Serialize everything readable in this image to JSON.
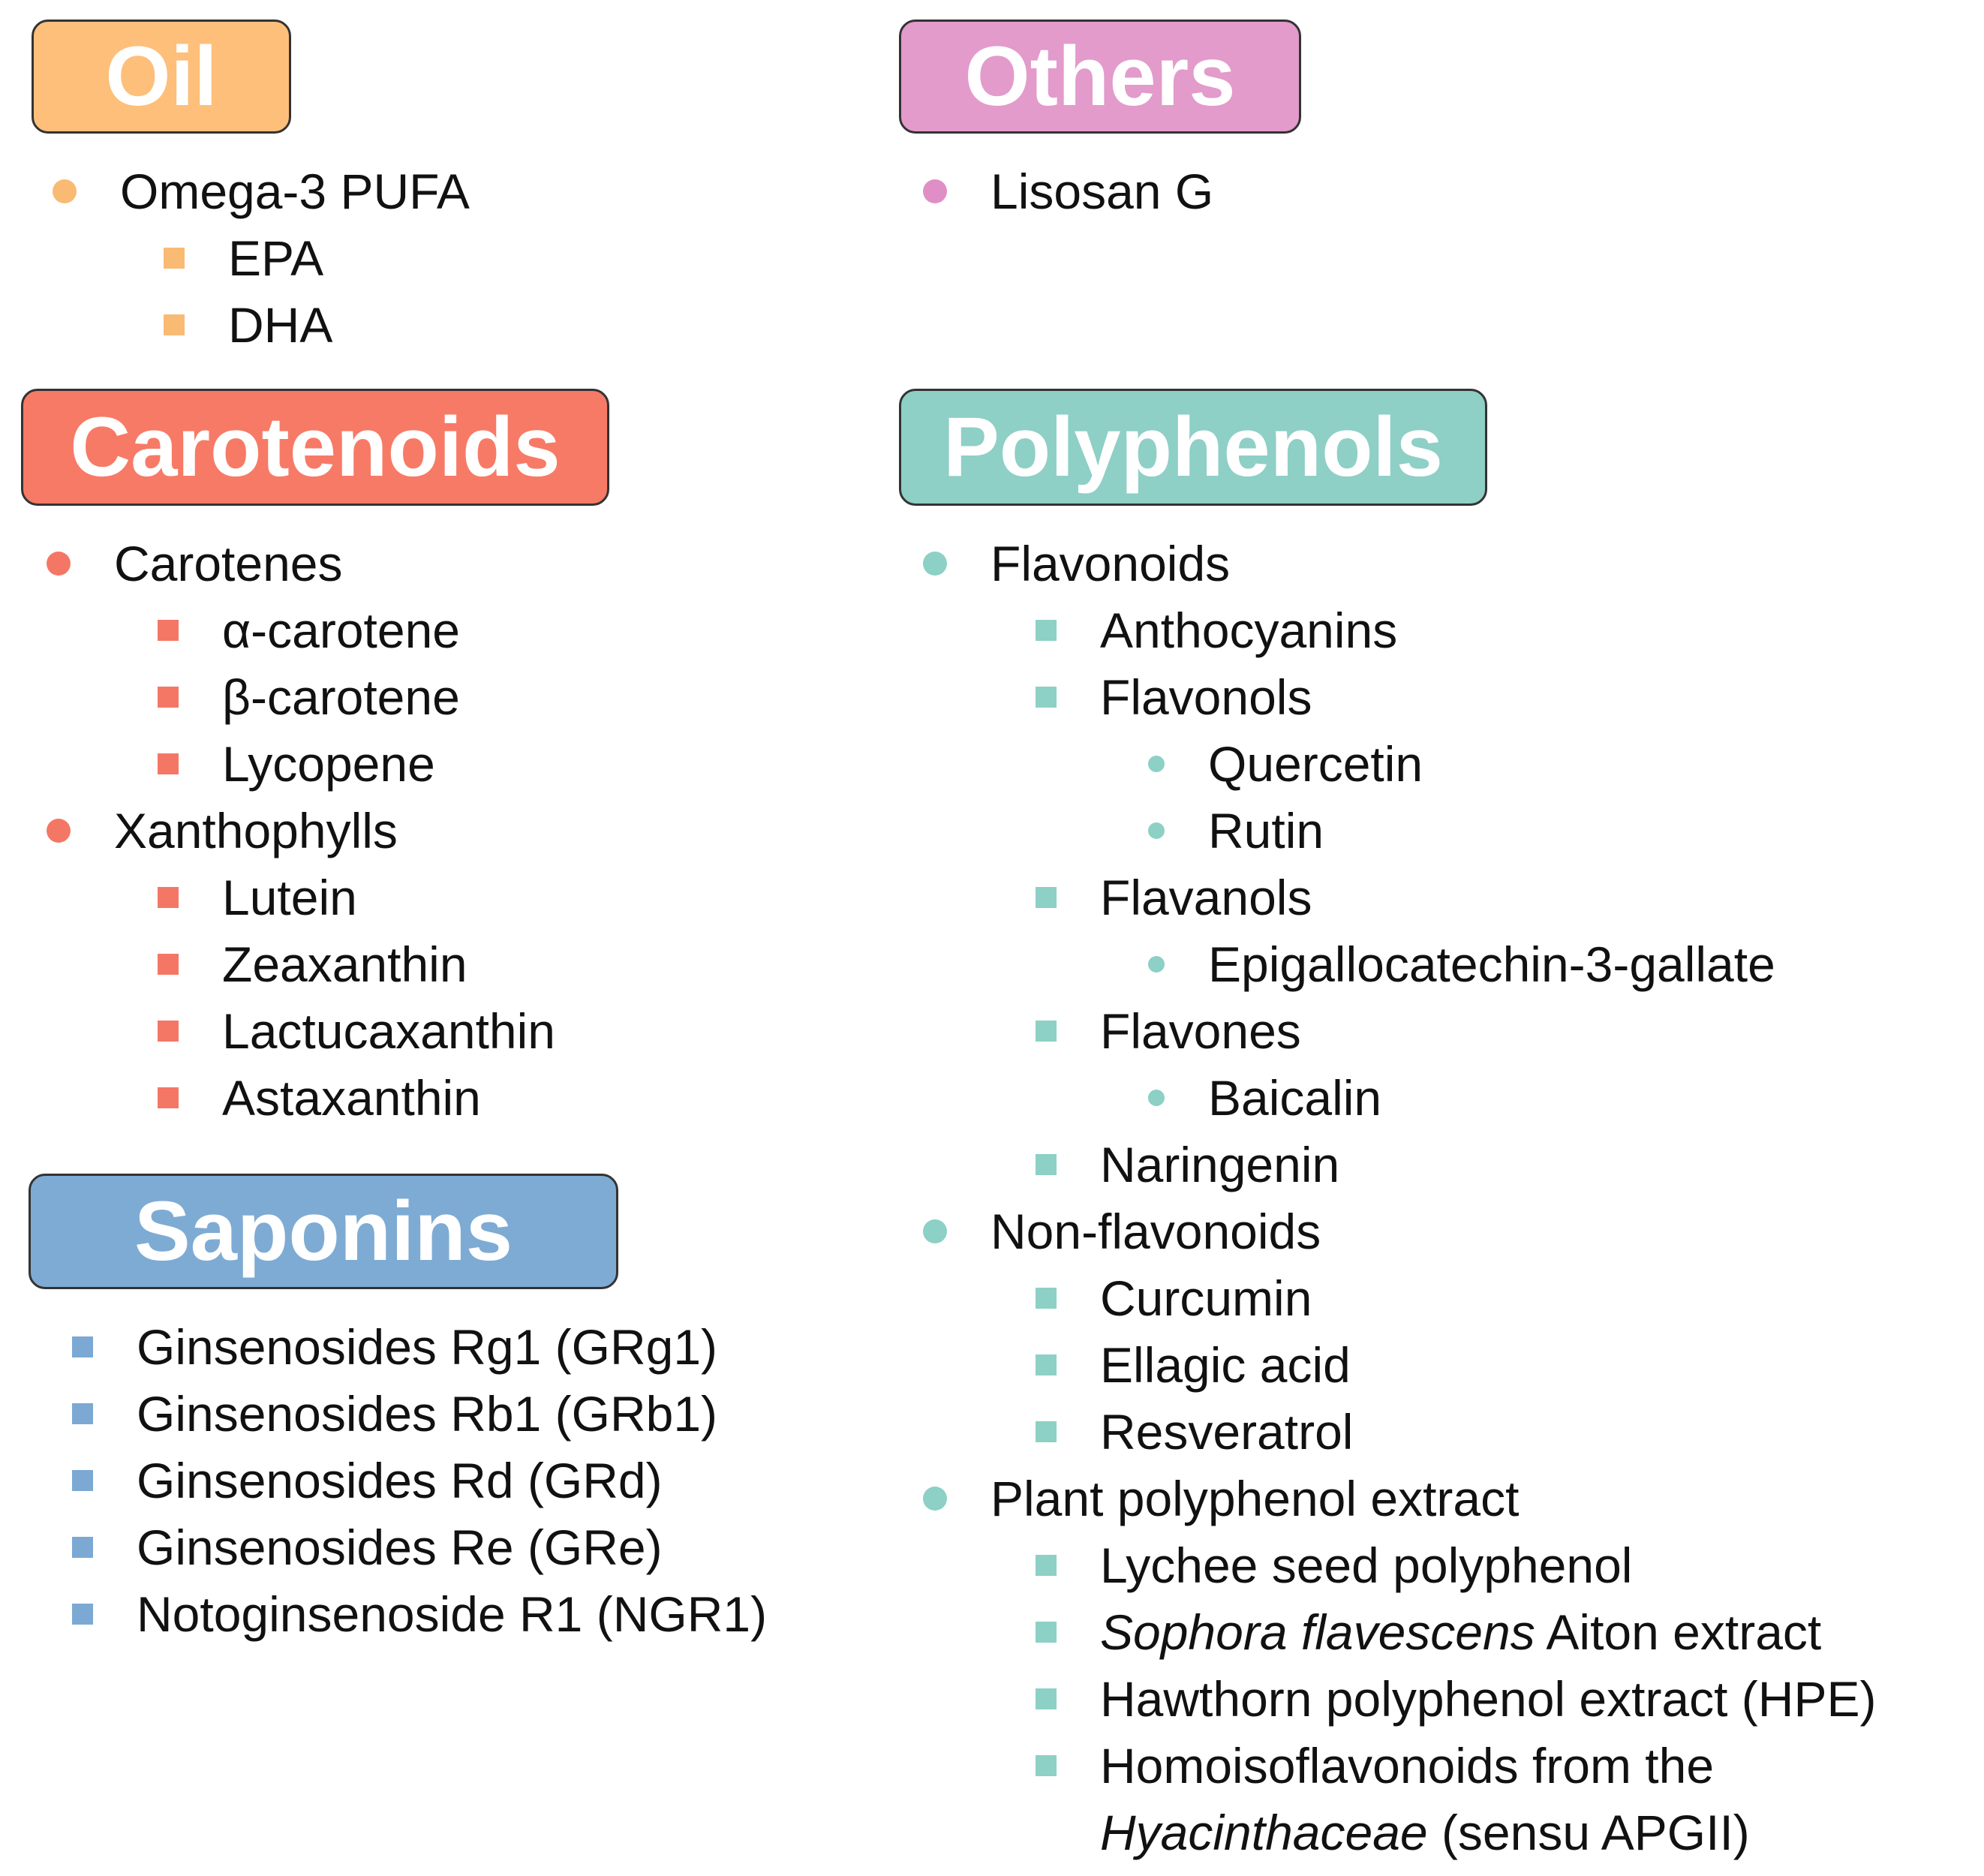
{
  "oil": {
    "title": "Oil",
    "color": "#fdbf7a",
    "bullet_color": "#f9ba74",
    "items": {
      "omega3": "Omega-3 PUFA",
      "epa": "EPA",
      "dha": "DHA"
    }
  },
  "others": {
    "title": "Others",
    "color": "#e29bcb",
    "bullet_color": "#df8fc6",
    "items": {
      "lisosan": "Lisosan G"
    }
  },
  "carotenoids": {
    "title": "Carotenoids",
    "color": "#f77a66",
    "bullet_color": "#f47766",
    "items": {
      "carotenes": "Carotenes",
      "alpha": "α-carotene",
      "beta": "β-carotene",
      "lycopene": "Lycopene",
      "xanthophylls": "Xanthophylls",
      "lutein": "Lutein",
      "zeaxanthin": "Zeaxanthin",
      "lactucaxanthin": "Lactucaxanthin",
      "astaxanthin": "Astaxanthin"
    }
  },
  "polyphenols": {
    "title": "Polyphenols",
    "color": "#8ecfc6",
    "bullet_color": "#8dd0c5",
    "items": {
      "flavonoids": "Flavonoids",
      "anthocyanins": "Anthocyanins",
      "flavonols": "Flavonols",
      "quercetin": "Quercetin",
      "rutin": "Rutin",
      "flavanols": "Flavanols",
      "egcg": "Epigallocatechin-3-gallate",
      "flavones": "Flavones",
      "baicalin": "Baicalin",
      "naringenin": "Naringenin",
      "nonflavonoids": "Non-flavonoids",
      "curcumin": "Curcumin",
      "ellagic": "Ellagic acid",
      "resveratrol": "Resveratrol",
      "plant_extract": "Plant polyphenol extract",
      "lychee": "Lychee seed polyphenol",
      "sophora_italic": "Sophora flavescens",
      "sophora_rest": "Aiton extract",
      "hawthorn": "Hawthorn polyphenol extract (HPE)",
      "homoiso_line1": "Homoisoflavonoids from the",
      "homoiso_italic": "Hyacinthaceae",
      "homoiso_rest": "(sensu APGII)"
    }
  },
  "saponins": {
    "title": "Saponins",
    "color": "#7eabd3",
    "bullet_color": "#7ba9d4",
    "items": {
      "grg1": "Ginsenosides Rg1 (GRg1)",
      "grb1": "Ginsenosides Rb1 (GRb1)",
      "grd": "Ginsenosides Rd (GRd)",
      "gre": "Ginsenosides Re (GRe)",
      "ngr1": "Notoginsenoside R1 (NGR1)"
    }
  }
}
